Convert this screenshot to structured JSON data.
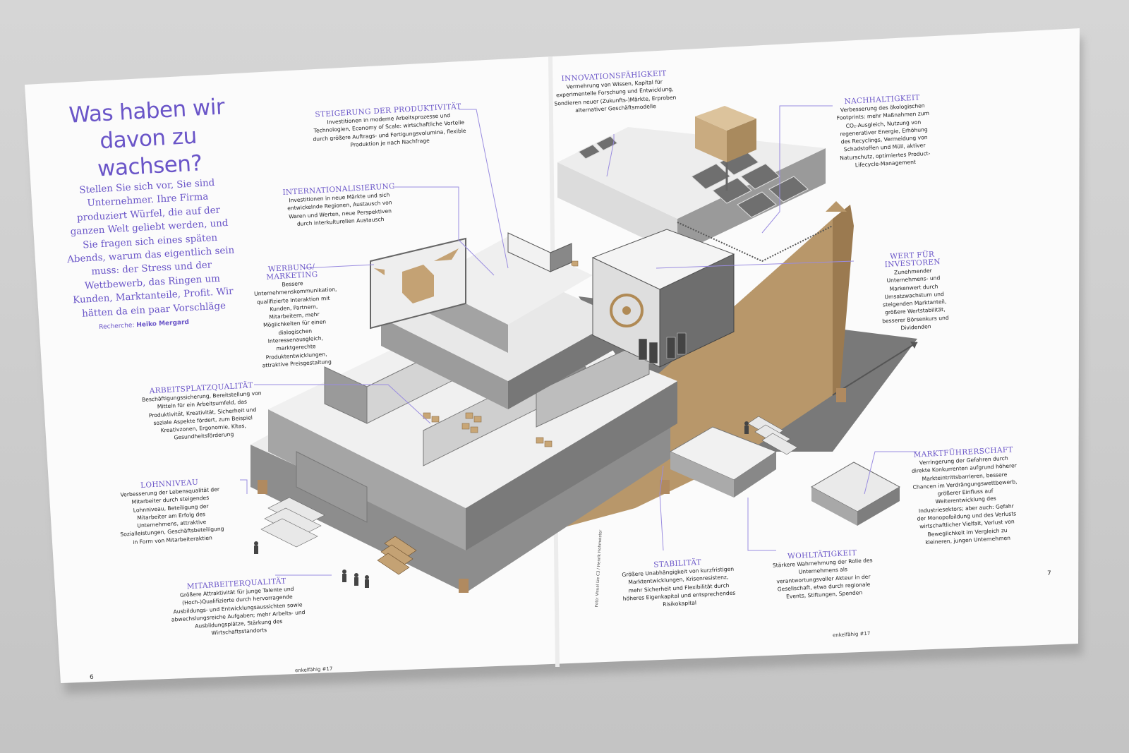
{
  "spread": {
    "title": "Was haben wir davon zu wachsen?",
    "intro": "Stellen Sie sich vor, Sie sind Unternehmer. Ihre Firma produziert Würfel, die auf der ganzen Welt geliebt werden, und Sie fragen sich eines späten Abends, warum das eigentlich sein muss: der Stress und der Wettbewerb, das Ringen um Kunden, Marktanteile, Profit. Wir hätten da ein paar Vorschläge",
    "credit_label": "Recherche:",
    "credit_name": "Heiko Mergard",
    "photo_credit": "Foto: Visual Lie C3 / Henrik Hohmeister",
    "footer_left": "enkelfähig #17",
    "footer_right": "enkelfähig #17",
    "page_left": "6",
    "page_right": "7"
  },
  "colors": {
    "accent": "#6a55c8",
    "gold": "#b8976a",
    "gray_wall": "#8a8a8a",
    "light_wall": "#e6e6e6"
  },
  "annotations": [
    {
      "id": "steigerung",
      "heading": "STEIGERUNG DER PRODUKTIVITÄT",
      "text": "Investitionen in moderne Arbeitsprozesse und Technologien, Economy of Scale: wirtschaftliche Vorteile durch größere Auftrags- und Fertigungsvolumina, flexible Produktion je nach Nachfrage"
    },
    {
      "id": "innovation",
      "heading": "INNOVATIONSFÄHIGKEIT",
      "text": "Vermehrung von Wissen, Kapital für experimentelle Forschung und Entwicklung, Sondieren neuer (Zukunfts-)Märkte, Erproben alternativer Geschäftsmodelle"
    },
    {
      "id": "nachhaltigkeit",
      "heading": "NACHHALTIGKEIT",
      "text": "Verbesserung des ökologischen Footprints: mehr Maßnahmen zum CO₂-Ausgleich, Nutzung von regenerativer Energie, Erhöhung des Recyclings, Vermeidung von Schadstoffen und Müll, aktiver Naturschutz, optimiertes Product-Lifecycle-Management"
    },
    {
      "id": "international",
      "heading": "INTERNATIONALISIERUNG",
      "text": "Investitionen in neue Märkte und sich entwickelnde Regionen, Austausch von Waren und Werten, neue Perspektiven durch interkulturellen Austausch"
    },
    {
      "id": "werbung",
      "heading": "WERBUNG/ MARKETING",
      "text": "Bessere Unternehmenskommunikation, qualifizierte Interaktion mit Kunden, Partnern, Mitarbeitern, mehr Möglichkeiten für einen dialogischen Interessenausgleich, marktgerechte Produktentwicklungen, attraktive Preisgestaltung"
    },
    {
      "id": "investoren",
      "heading": "WERT FÜR INVESTOREN",
      "text": "Zunehmender Unternehmens- und Markenwert durch Umsatzwachstum und steigenden Marktanteil, größere Wertstabilität, besserer Börsenkurs und Dividenden"
    },
    {
      "id": "arbeitsplatz",
      "heading": "ARBEITSPLATZQUALITÄT",
      "text": "Beschäftigungssicherung, Bereitstellung von Mitteln für ein Arbeitsumfeld, das Produktivität, Kreativität, Sicherheit und soziale Aspekte fördert, zum Beispiel Kreativzonen, Ergonomie, Kitas, Gesundheitsförderung"
    },
    {
      "id": "marktfuehrer",
      "heading": "MARKTFÜHRERSCHAFT",
      "text": "Verringerung der Gefahren durch direkte Konkurrenten aufgrund höherer Markteintrittsbarrieren, bessere Chancen im Verdrängungswettbewerb, größerer Einfluss auf Weiterentwicklung des Industriesektors; aber auch: Gefahr der Monopolbildung und des Verlusts wirtschaftlicher Vielfalt, Verlust von Beweglichkeit im Vergleich zu kleineren, jungen Unternehmen"
    },
    {
      "id": "lohn",
      "heading": "LOHNNIVEAU",
      "text": "Verbesserung der Lebensqualität der Mitarbeiter durch steigendes Lohnniveau, Beteiligung der Mitarbeiter am Erfolg des Unternehmens, attraktive Sozialleistungen, Geschäftsbeteiligung in Form von Mitarbeiteraktien"
    },
    {
      "id": "stabilitaet",
      "heading": "STABILITÄT",
      "text": "Größere Unabhängigkeit von kurzfristigen Marktentwicklungen, Krisenresistenz, mehr Sicherheit und Flexibilität durch höheres Eigenkapital und entsprechendes Risikokapital"
    },
    {
      "id": "wohltaetigkeit",
      "heading": "WOHLTÄTIGKEIT",
      "text": "Stärkere Wahrnehmung der Rolle des Unternehmens als verantwortungsvoller Akteur in der Gesellschaft, etwa durch regionale Events, Stiftungen, Spenden"
    },
    {
      "id": "mitarbeiter",
      "heading": "MITARBEITERQUALITÄT",
      "text": "Größere Attraktivität für junge Talente und (Hoch-)Qualifizierte durch hervorragende Ausbildungs- und Entwicklungsaussichten sowie abwechslungsreiche Aufgaben; mehr Arbeits- und Ausbildungsplätze, Stärkung des Wirtschaftsstandorts"
    }
  ]
}
